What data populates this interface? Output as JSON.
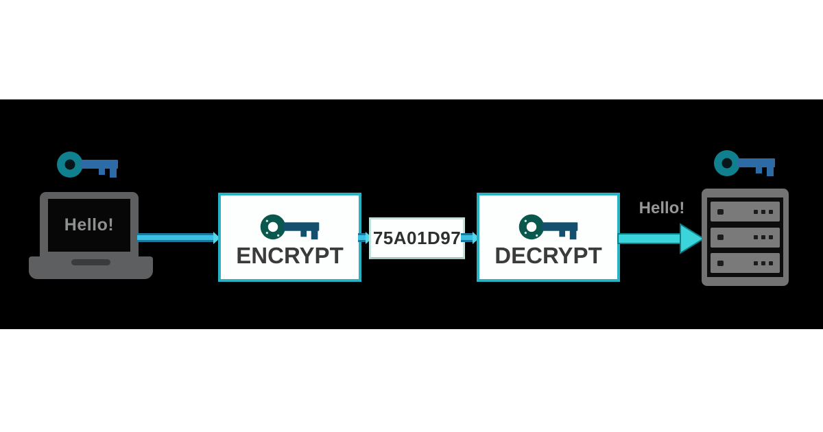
{
  "scene": {
    "description": "symmetric encryption flow diagram",
    "background_band": "#000000",
    "page_background": "#ffffff"
  },
  "sender": {
    "screen_text": "Hello!",
    "device": "laptop-icon",
    "key": "key-icon"
  },
  "process": {
    "encrypt_label": "ENCRYPT",
    "cipher_text": "75A01D97",
    "decrypt_label": "DECRYPT"
  },
  "receiver": {
    "message_label": "Hello!",
    "device": "server-icon",
    "key": "key-icon"
  },
  "colors": {
    "accent_cyan": "#38c3e6",
    "arrow_teal": "#3bd4da",
    "box_border_teal": "#28b2c3",
    "cipher_border": "#bfe4dd",
    "key_dark_head": "#0a584d",
    "key_dark_shaft": "#14506e",
    "key_bright_head": "#11808e",
    "key_bright_shaft": "#2d6ba6",
    "device_gray": "#5e5f61",
    "server_gray": "#737373",
    "label_dark": "#3b3b3b",
    "label_gray": "#979797"
  }
}
